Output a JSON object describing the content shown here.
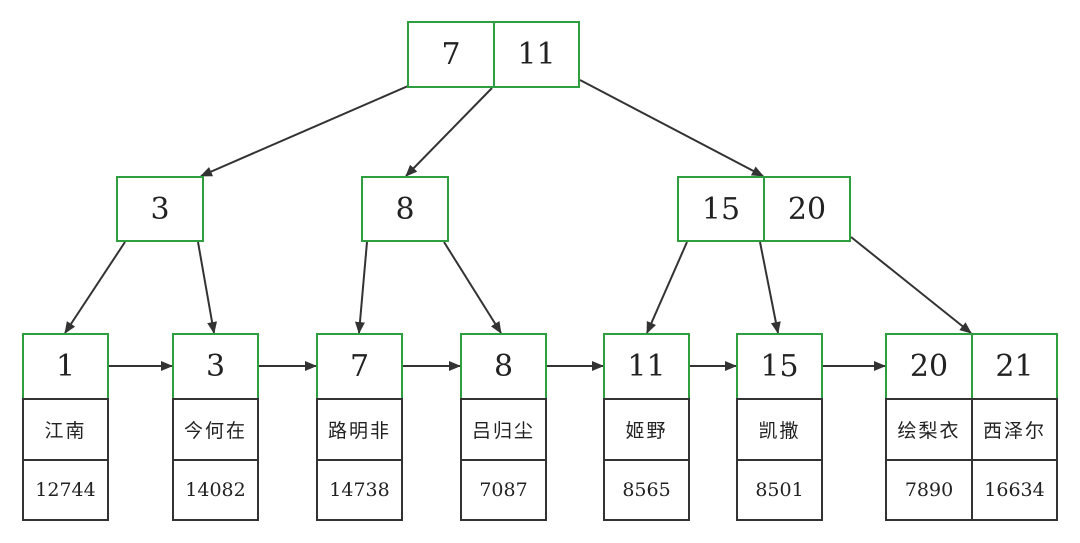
{
  "colors": {
    "key_border": "#2f9e3f",
    "row_border": "#333333",
    "arrow": "#333333"
  },
  "tree": {
    "root": {
      "keys": [
        "7",
        "11"
      ]
    },
    "internal": [
      {
        "keys": [
          "3"
        ]
      },
      {
        "keys": [
          "8"
        ]
      },
      {
        "keys": [
          "15",
          "20"
        ]
      }
    ],
    "leaves": [
      {
        "records": [
          {
            "key": "1",
            "name": "江南",
            "value": "12744"
          }
        ]
      },
      {
        "records": [
          {
            "key": "3",
            "name": "今何在",
            "value": "14082"
          }
        ]
      },
      {
        "records": [
          {
            "key": "7",
            "name": "路明非",
            "value": "14738"
          }
        ]
      },
      {
        "records": [
          {
            "key": "8",
            "name": "吕归尘",
            "value": "7087"
          }
        ]
      },
      {
        "records": [
          {
            "key": "11",
            "name": "姬野",
            "value": "8565"
          }
        ]
      },
      {
        "records": [
          {
            "key": "15",
            "name": "凯撒",
            "value": "8501"
          }
        ]
      },
      {
        "records": [
          {
            "key": "20",
            "name": "绘梨衣",
            "value": "7890"
          },
          {
            "key": "21",
            "name": "西泽尔",
            "value": "16634"
          }
        ]
      }
    ]
  }
}
